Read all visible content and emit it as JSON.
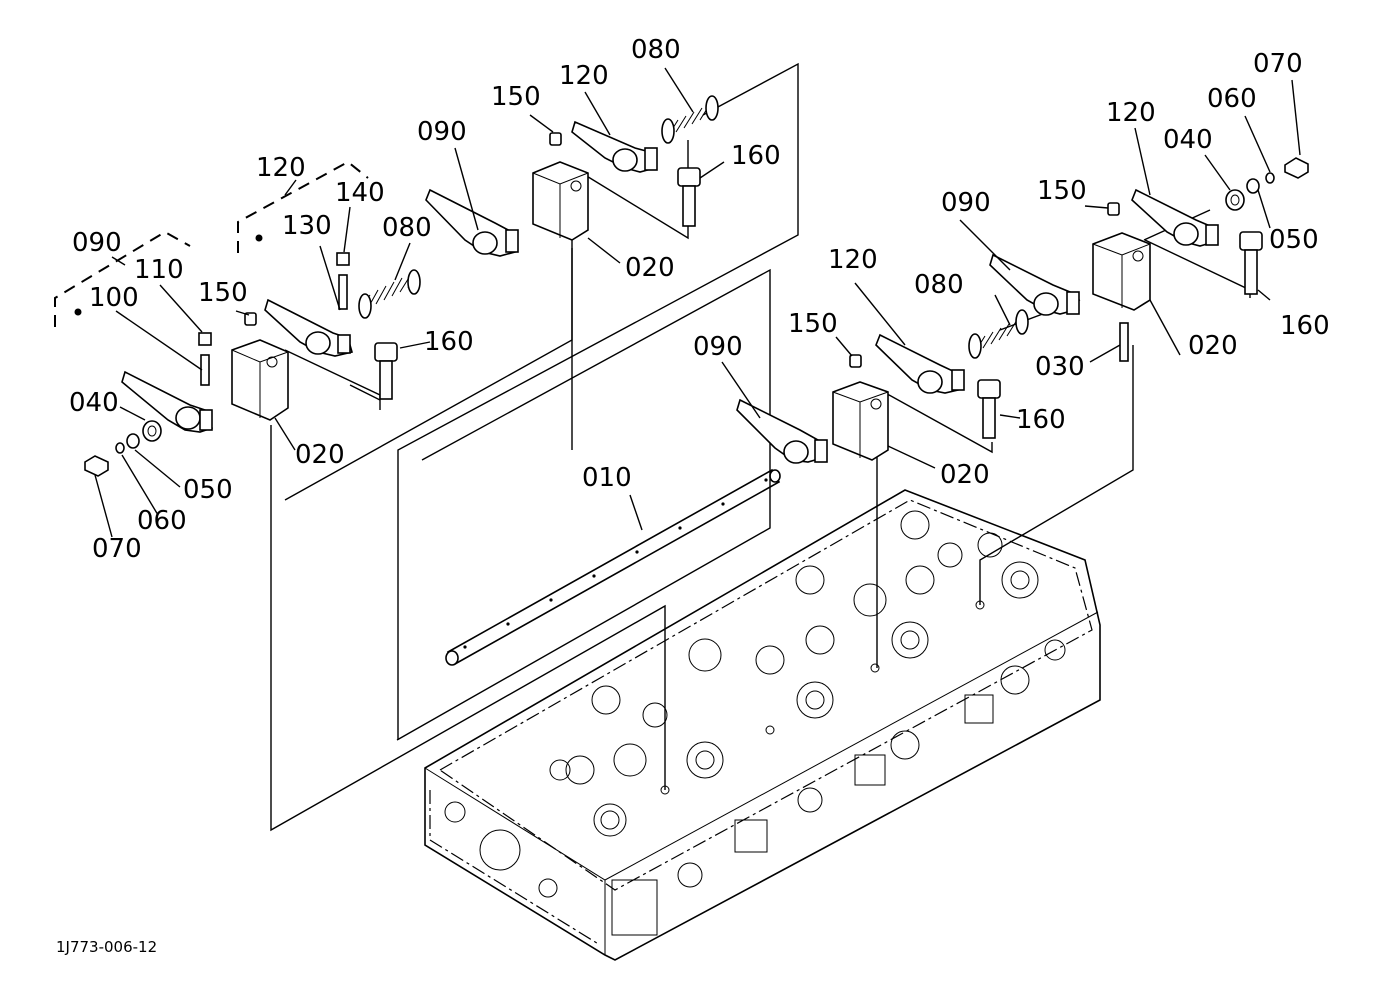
{
  "labels": {
    "l1": "080",
    "l2": "120",
    "l3": "070",
    "l4": "150",
    "l5": "060",
    "l6": "090",
    "l7": "160",
    "l8": "120",
    "l9": "040",
    "l10": "120",
    "l11": "140",
    "l12": "150",
    "l13": "090",
    "l14": "130",
    "l15": "080",
    "l16": "020",
    "l17": "090",
    "l18": "050",
    "l19": "110",
    "l20": "120",
    "l21": "080",
    "l22": "160",
    "l23": "100",
    "l24": "150",
    "l25": "160",
    "l26": "150",
    "l27": "160",
    "l28": "020",
    "l29": "090",
    "l30": "030",
    "l31": "040",
    "l32": "160",
    "l33": "020",
    "l34": "050",
    "l35": "020",
    "l36": "010",
    "l37": "060",
    "l38": "070"
  },
  "drawing_code": "1J773-006-12"
}
